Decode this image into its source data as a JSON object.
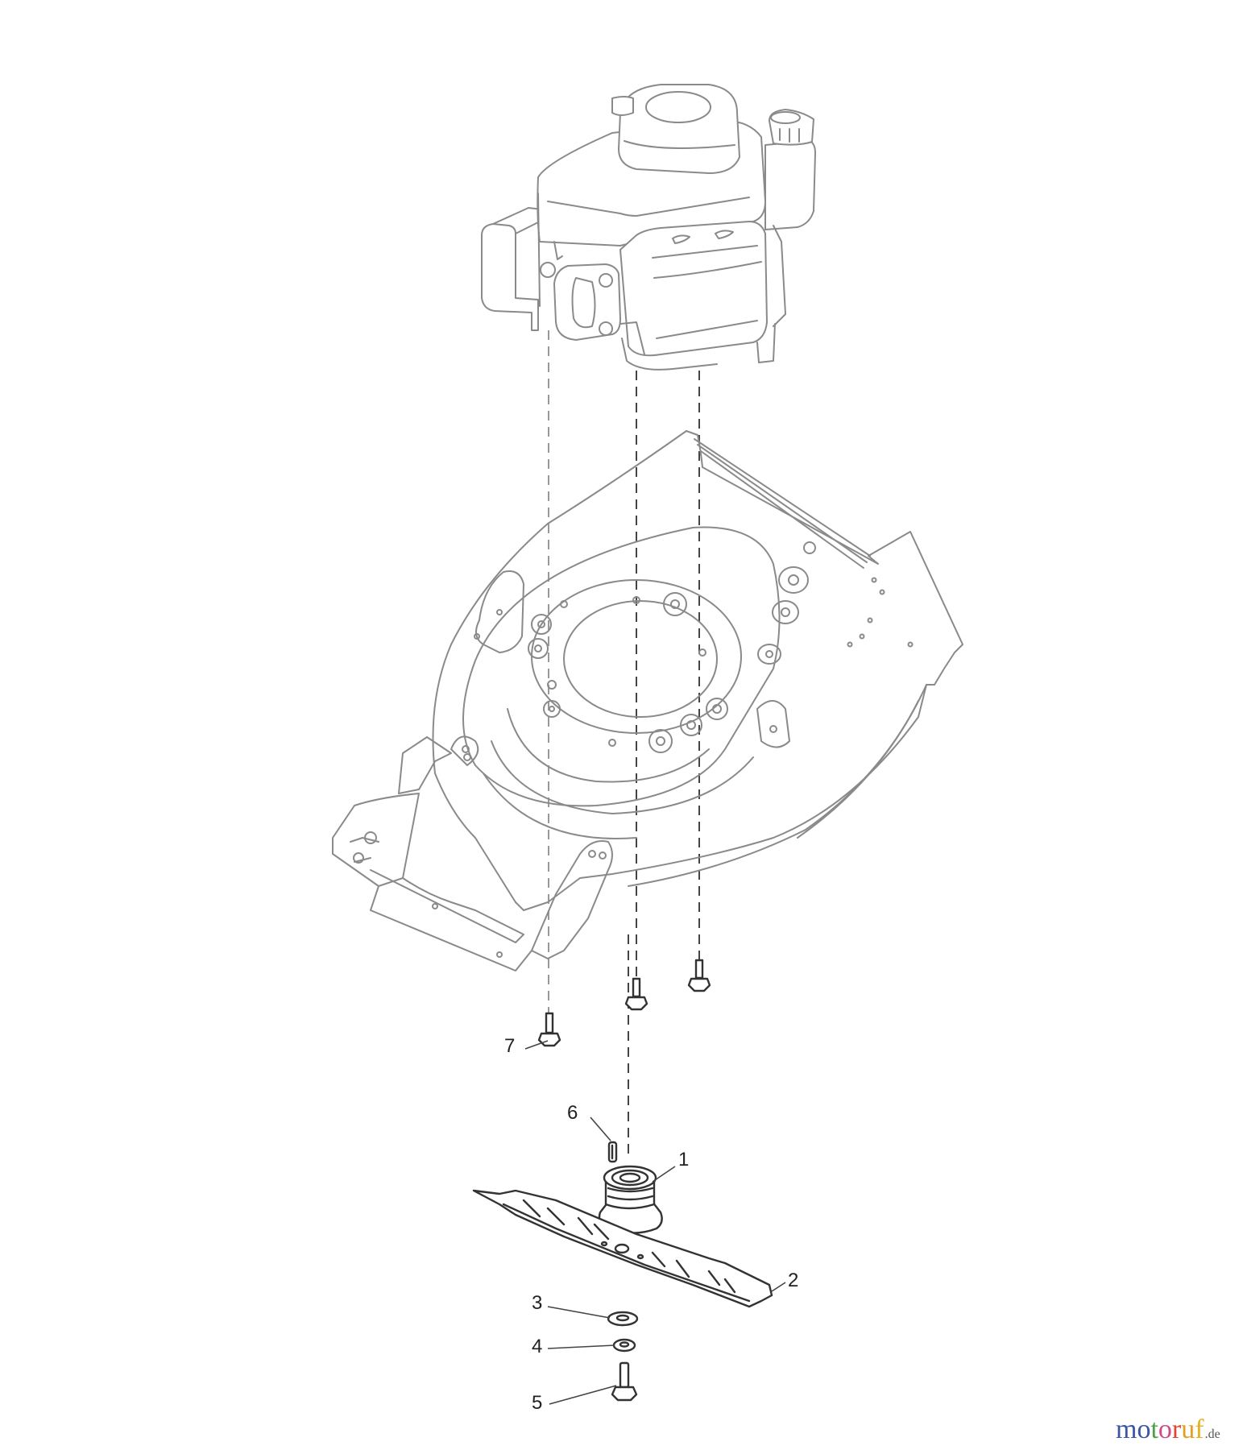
{
  "diagram": {
    "type": "exploded-parts-view",
    "subject": "lawn mower deck with engine and blade assembly",
    "components": [
      {
        "id": "engine",
        "label": "",
        "description": "vertical-shaft engine"
      },
      {
        "id": "deck",
        "label": "",
        "description": "mower deck housing"
      },
      {
        "id": "blade-adapter",
        "label": "1"
      },
      {
        "id": "blade",
        "label": "2"
      },
      {
        "id": "washer",
        "label": "3"
      },
      {
        "id": "spring-washer",
        "label": "4"
      },
      {
        "id": "blade-bolt",
        "label": "5"
      },
      {
        "id": "key",
        "label": "6"
      },
      {
        "id": "engine-mount-bolt",
        "label": "7"
      }
    ],
    "callouts": {
      "c1": "1",
      "c2": "2",
      "c3": "3",
      "c4": "4",
      "c5": "5",
      "c6": "6",
      "c7": "7"
    }
  },
  "watermark": {
    "letters": [
      "m",
      "o",
      "t",
      "o",
      "r",
      "u",
      "f"
    ],
    "colors": [
      "#3a55a4",
      "#3a55a4",
      "#4aa04a",
      "#d04a8a",
      "#e0452f",
      "#e0a020",
      "#e8b020"
    ],
    "tld": ".de"
  }
}
